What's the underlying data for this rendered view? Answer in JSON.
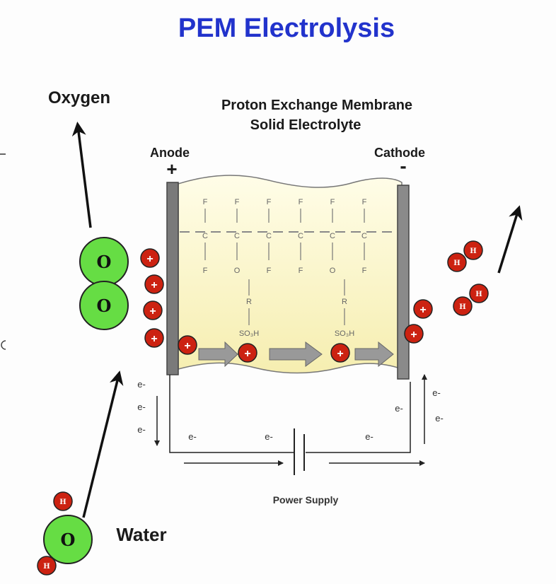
{
  "title": "PEM Electrolysis",
  "labels": {
    "oxygen": "Oxygen",
    "water": "Water",
    "membrane_line1": "Proton Exchange Membrane",
    "membrane_line2": "Solid Electrolyte",
    "anode": "Anode",
    "cathode": "Cathode",
    "anode_sign": "+",
    "cathode_sign": "-",
    "power_supply": "Power Supply",
    "electron": "e-",
    "oxygen_atom": "O",
    "hydrogen_atom": "H",
    "proton": "+",
    "fluorine": "F",
    "carbon": "C",
    "sulfonic": "SO₃H",
    "side_group": "R"
  },
  "colors": {
    "title": "#2233cc",
    "oxygen_atom": "#66dd44",
    "hydrogen_atom": "#cc2211",
    "proton": "#cc2211",
    "membrane": "#fbf6c8",
    "electrode": "#7a7a7a",
    "arrow_fill": "#999999"
  }
}
